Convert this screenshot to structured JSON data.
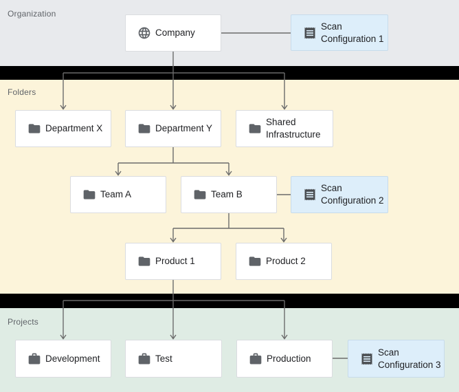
{
  "sections": {
    "organization": {
      "label": "Organization"
    },
    "folders": {
      "label": "Folders"
    },
    "projects": {
      "label": "Projects"
    }
  },
  "nodes": {
    "company": {
      "label": "Company",
      "icon": "globe-icon"
    },
    "scan_config_1": {
      "label": "Scan Configuration 1",
      "icon": "receipt-icon"
    },
    "department_x": {
      "label": "Department X",
      "icon": "folder-icon"
    },
    "department_y": {
      "label": "Department Y",
      "icon": "folder-icon"
    },
    "shared_infrastructure": {
      "label": "Shared Infrastructure",
      "icon": "folder-icon"
    },
    "team_a": {
      "label": "Team A",
      "icon": "folder-icon"
    },
    "team_b": {
      "label": "Team B",
      "icon": "folder-icon"
    },
    "scan_config_2": {
      "label": "Scan Configuration 2",
      "icon": "receipt-icon"
    },
    "product_1": {
      "label": "Product 1",
      "icon": "folder-icon"
    },
    "product_2": {
      "label": "Product 2",
      "icon": "folder-icon"
    },
    "development": {
      "label": "Development",
      "icon": "briefcase-icon"
    },
    "test": {
      "label": "Test",
      "icon": "briefcase-icon"
    },
    "production": {
      "label": "Production",
      "icon": "briefcase-icon"
    },
    "scan_config_3": {
      "label": "Scan Configuration 3",
      "icon": "receipt-icon"
    }
  },
  "edges": [
    {
      "from": "company",
      "to": "scan_config_1",
      "type": "attachment"
    },
    {
      "from": "company",
      "to": "department_x",
      "type": "hierarchy"
    },
    {
      "from": "company",
      "to": "department_y",
      "type": "hierarchy"
    },
    {
      "from": "company",
      "to": "shared_infrastructure",
      "type": "hierarchy"
    },
    {
      "from": "department_y",
      "to": "team_a",
      "type": "hierarchy"
    },
    {
      "from": "department_y",
      "to": "team_b",
      "type": "hierarchy"
    },
    {
      "from": "team_b",
      "to": "scan_config_2",
      "type": "attachment"
    },
    {
      "from": "team_b",
      "to": "product_1",
      "type": "hierarchy"
    },
    {
      "from": "team_b",
      "to": "product_2",
      "type": "hierarchy"
    },
    {
      "from": "product_1",
      "to": "development",
      "type": "hierarchy"
    },
    {
      "from": "product_1",
      "to": "test",
      "type": "hierarchy"
    },
    {
      "from": "product_1",
      "to": "production",
      "type": "hierarchy"
    },
    {
      "from": "production",
      "to": "scan_config_3",
      "type": "attachment"
    }
  ],
  "colors": {
    "organization_band": "#e8eaed",
    "folders_band": "#fcf4da",
    "projects_band": "#dfece4",
    "separator": "#000000",
    "node_fill": "#ffffff",
    "node_border": "#dadce0",
    "scan_config_fill": "#ddeefa",
    "scan_config_border": "#c7dbeb",
    "connector": "#6b6b6b",
    "icon": "#5f6368",
    "node_label_text": "#202124",
    "section_label_text": "#5f6368"
  }
}
